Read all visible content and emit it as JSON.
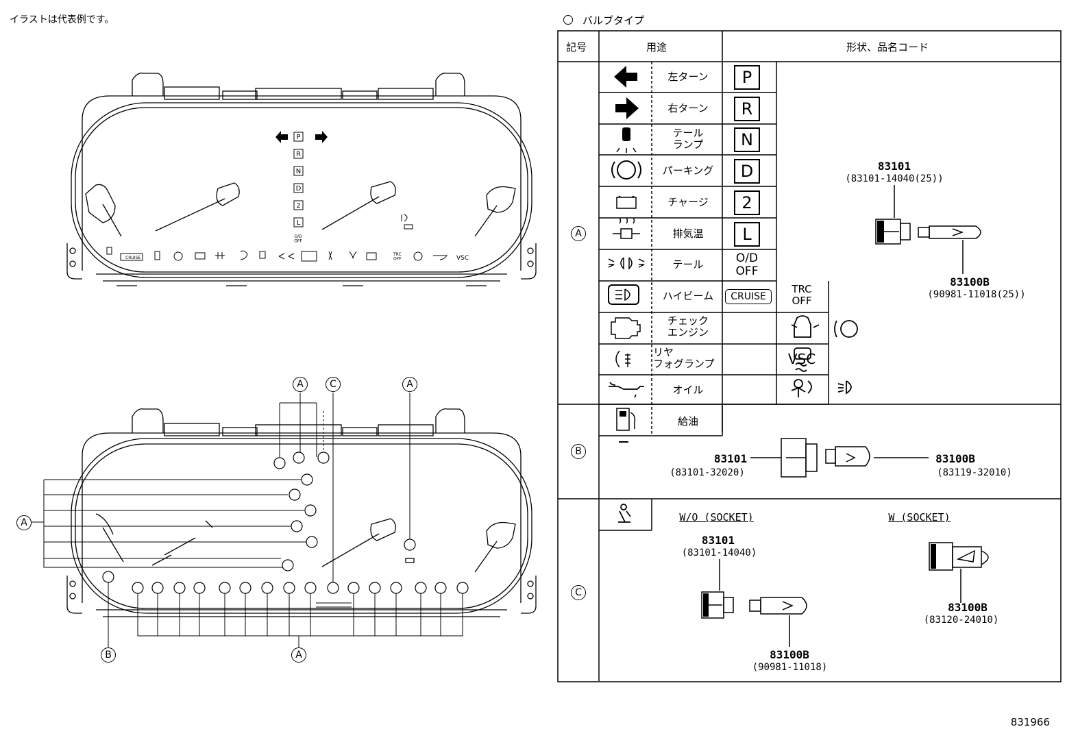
{
  "note": "イラストは代表例です。",
  "part_number": "831966",
  "bulb_section": {
    "title": "バルブタイプ",
    "headers": {
      "symbol": "記号",
      "usage": "用途",
      "shape": "形状、品名コード"
    },
    "row_labels": {
      "a": "A",
      "b": "B",
      "c": "C"
    },
    "usages_a": [
      "左ターン",
      "右ターン",
      "テール\nランプ",
      "パーキング",
      "チャージ",
      "排気温",
      "テール",
      "ハイビーム",
      "チェック\nエンジン",
      "リヤ\nフォグランプ",
      "オイル"
    ],
    "codes": [
      "P",
      "R",
      "N",
      "D",
      "2",
      "L"
    ],
    "od_off": "O/D\nOFF",
    "cruise": "CRUISE",
    "trc_off": "TRC\nOFF",
    "vsc": "VSC",
    "usage_b": "給油",
    "a_socket": {
      "num": "83101",
      "code": "(83101-14040(25))"
    },
    "a_bulb": {
      "num": "83100B",
      "code": "(90981-11018(25))"
    },
    "b_socket": {
      "num": "83101",
      "code": "(83101-32020)"
    },
    "b_bulb": {
      "num": "83100B",
      "code": "(83119-32010)"
    },
    "c_wo_title": "W/O (SOCKET)",
    "c_w_title": "W (SOCKET)",
    "c_socket": {
      "num": "83101",
      "code": "(83101-14040)"
    },
    "c_bulb": {
      "num": "83100B",
      "code": "(90981-11018)"
    },
    "c_w_bulb": {
      "num": "83100B",
      "code": "(83120-24010)"
    }
  },
  "cluster": {
    "gear_letters": [
      "P",
      "R",
      "N",
      "D",
      "2",
      "L"
    ],
    "od_off_small": "O/D\nOFF",
    "cruise_small": "CRUISE",
    "trc_small": "TRC\nOFF",
    "vsc_small": "VSC",
    "callouts": {
      "a": "A",
      "b": "B",
      "c": "C"
    }
  }
}
